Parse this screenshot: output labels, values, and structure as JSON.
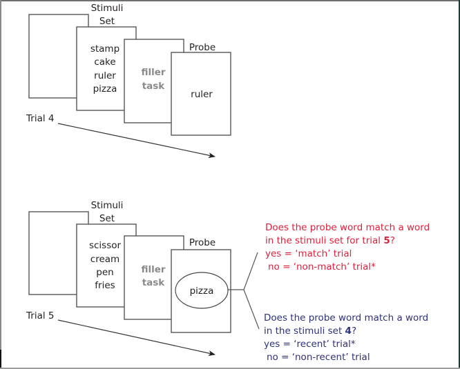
{
  "panels": [
    {
      "trial_label": "Trial 4",
      "stimuli_title_line1": "Stimuli",
      "stimuli_title_line2": "Set",
      "stimuli_words": [
        "stamp",
        "cake",
        "ruler",
        "pizza"
      ],
      "filler_line1": "filler",
      "filler_line2": "task",
      "probe_title": "Probe",
      "probe_word": "ruler"
    },
    {
      "trial_label": "Trial 5",
      "stimuli_title_line1": "Stimuli",
      "stimuli_title_line2": "Set",
      "stimuli_words": [
        "scissor",
        "cream",
        "pen",
        "fries"
      ],
      "filler_line1": "filler",
      "filler_line2": "task",
      "probe_title": "Probe",
      "probe_word": "pizza"
    }
  ],
  "questions": {
    "match": {
      "color": "#e0203a",
      "line1": "Does the probe word match a word",
      "line2_prefix": "in the stimuli set for trial ",
      "line2_bold": "5",
      "line2_suffix": "?",
      "yes": "yes = ‘match’ trial",
      "no": "no = ‘non-match’ trial*"
    },
    "recent": {
      "color": "#2e3178",
      "line1": "Does the probe word match a word",
      "line2_prefix": "in the stimuli set ",
      "line2_bold": "4",
      "line2_suffix": "?",
      "yes": "yes = ‘recent’ trial*",
      "no": "no = ‘non-recent’ trial"
    }
  }
}
